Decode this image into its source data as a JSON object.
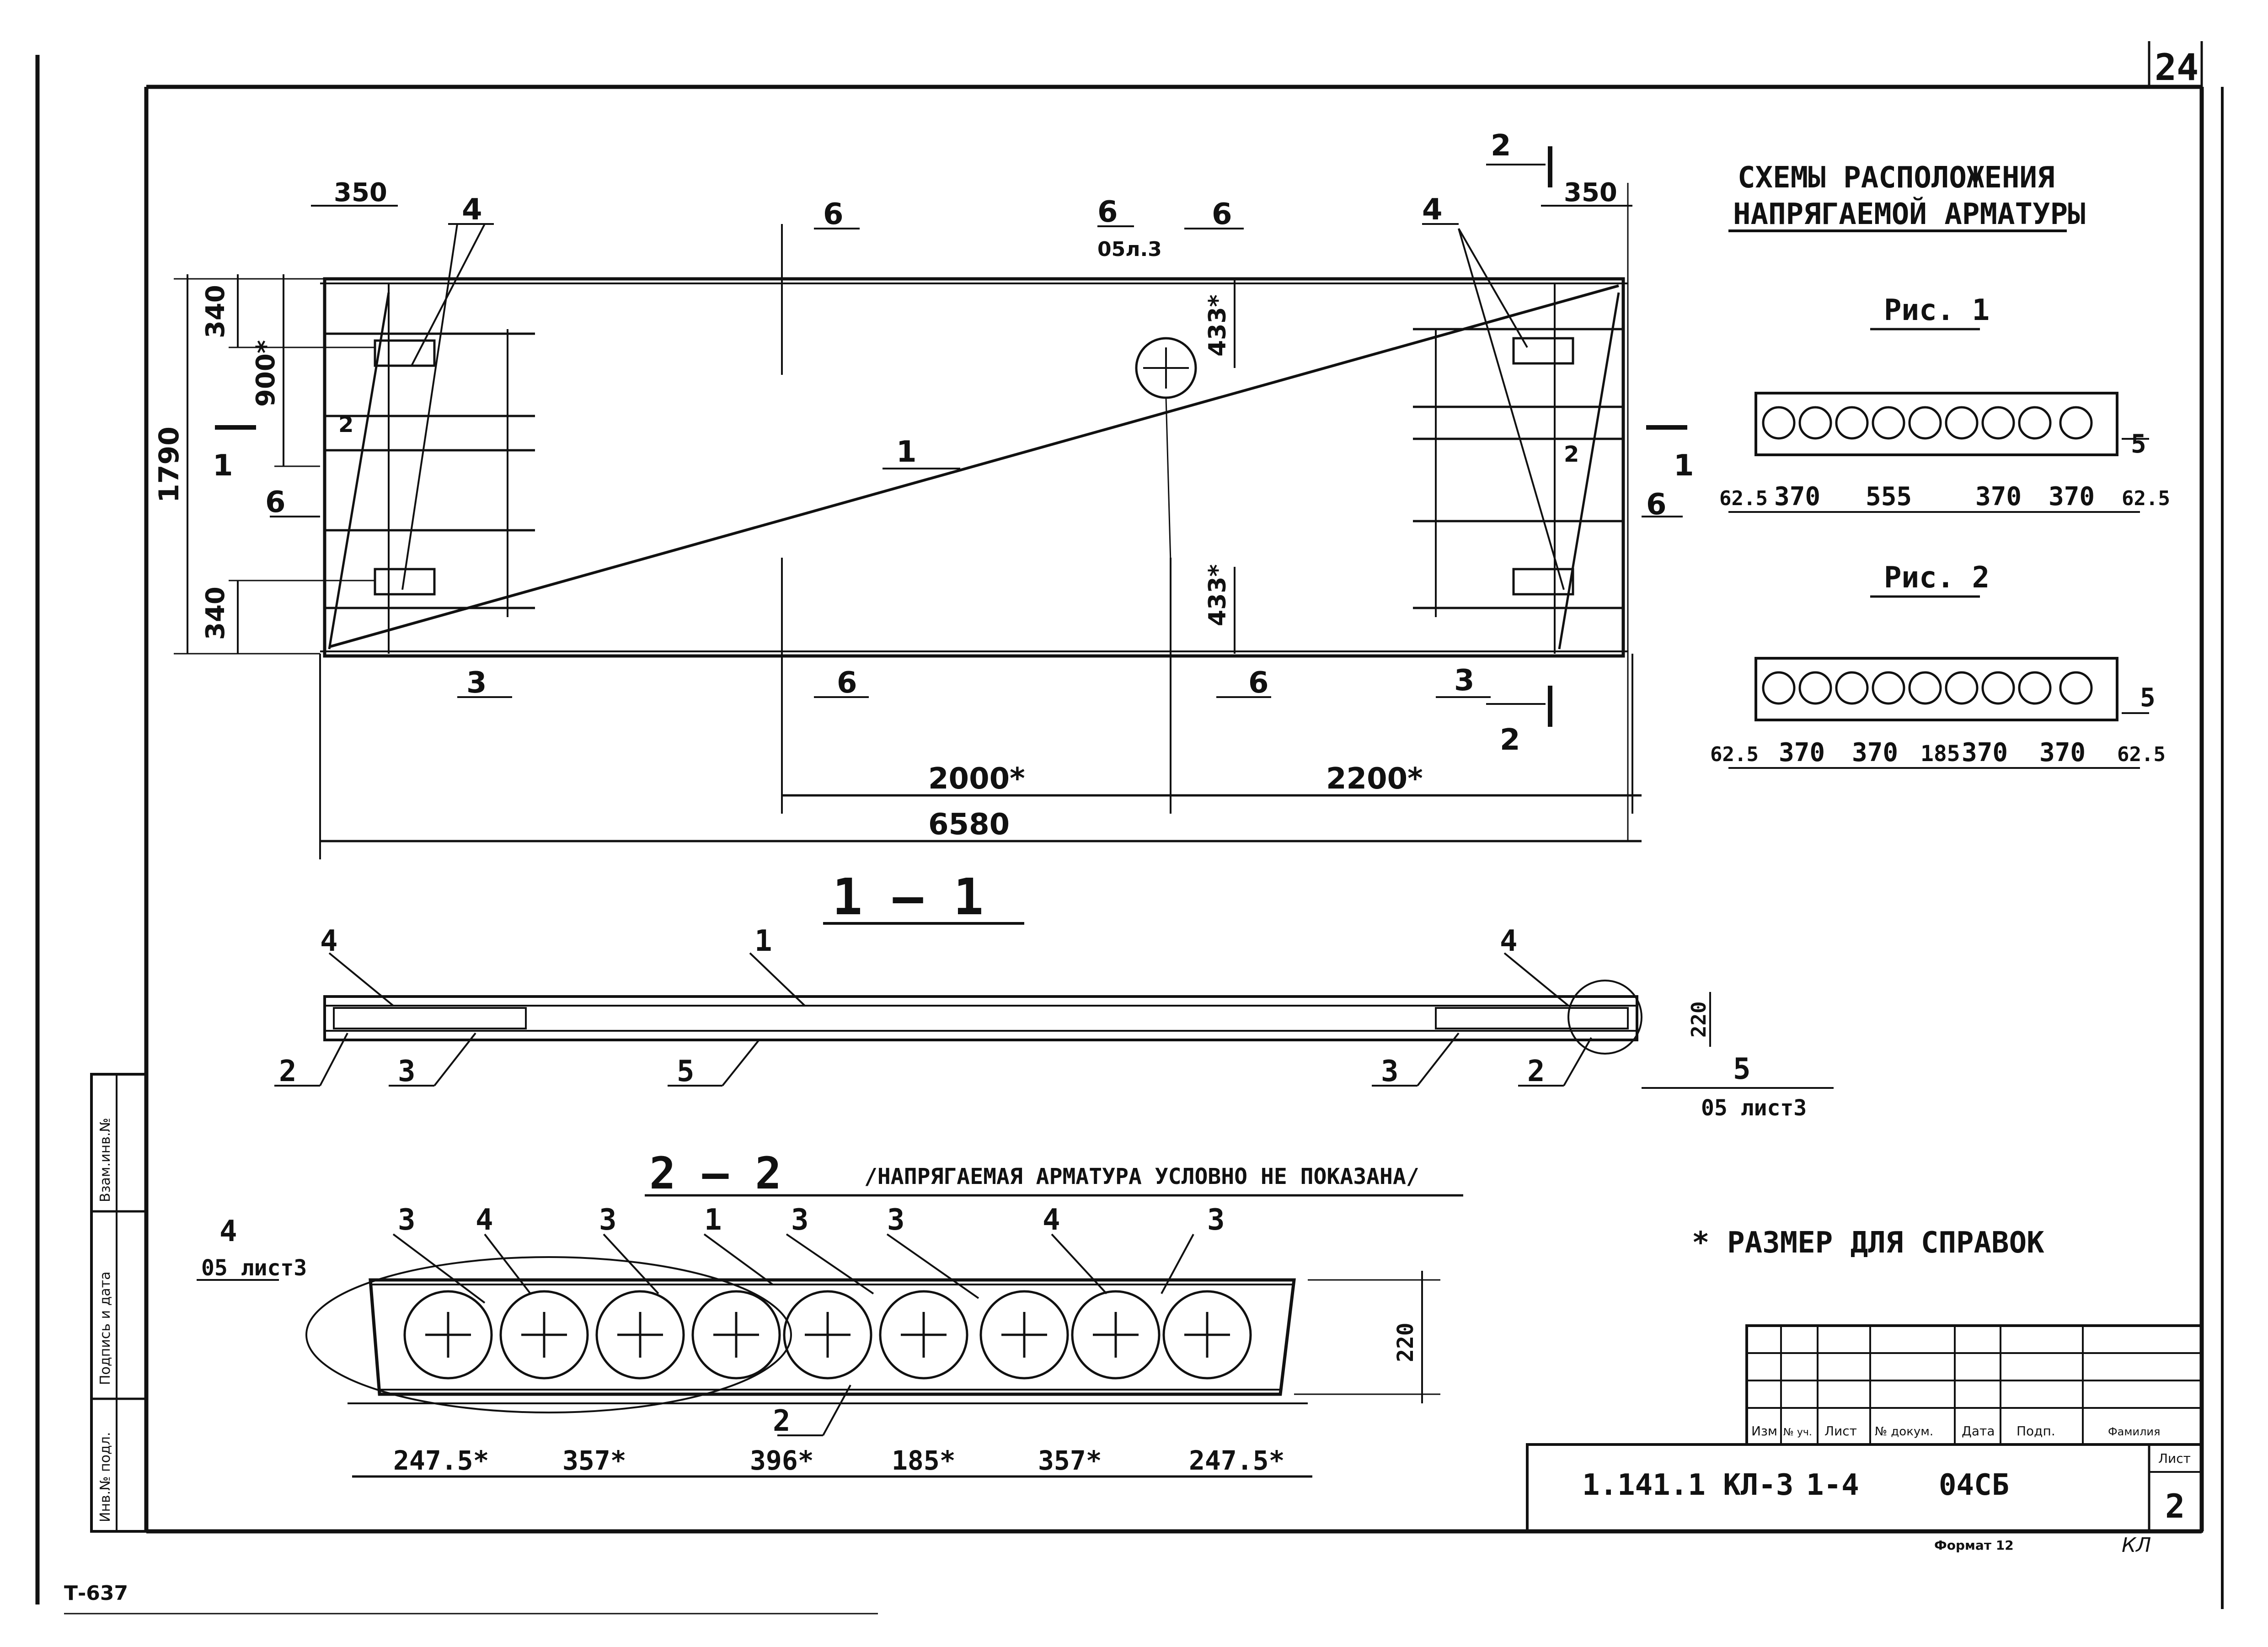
{
  "sheet_number": "24",
  "title_lines": [
    "СХЕМЫ РАСПОЛОЖЕНИЯ",
    "НАПРЯГАЕМОЙ АРМАТУРЫ"
  ],
  "plan": {
    "dim_350_left": "350",
    "dim_350_right": "350",
    "dim_340_top": "340",
    "dim_340_bottom": "340",
    "dim_900": "900*",
    "dim_1790": "1790",
    "dim_433_top": "433*",
    "dim_433_bottom": "433*",
    "dim_2000": "2000*",
    "dim_2200": "2200*",
    "dim_6580": "6580",
    "ref_05l3": "05л.3",
    "section_mark": "1",
    "section2_mark": "2",
    "labels": {
      "n1": "1",
      "n2": "2",
      "n3": "3",
      "n4": "4",
      "n5": "5",
      "n6": "6"
    }
  },
  "fig1": {
    "title": "Рис. 1",
    "dims": [
      "62.5",
      "370",
      "555",
      "370",
      "370",
      "62.5"
    ],
    "label": "5"
  },
  "fig2": {
    "title": "Рис. 2",
    "dims": [
      "62.5",
      "370",
      "370",
      "185",
      "370",
      "370",
      "62.5"
    ],
    "label": "5"
  },
  "section_1_1": {
    "title": "1 — 1",
    "dim_220": "220",
    "ref_05_list3": "05 лист3"
  },
  "section_2_2": {
    "title": "2 — 2",
    "note": "/НАПРЯГАЕМАЯ АРМАТУРА УСЛОВНО НЕ ПОКАЗАНА/",
    "ref_4": "4",
    "ref_05_list3": "05 лист3",
    "dim_220": "220",
    "bottom_dims": [
      "247.5*",
      "357*",
      "396*",
      "185*",
      "357*",
      "247.5*"
    ]
  },
  "footnote": "* РАЗМЕР ДЛЯ СПРАВОК",
  "title_block": {
    "headers": [
      "Изм",
      "№ уч.",
      "Лист",
      "№ докум.",
      "Дата",
      "Подп.",
      "Фамилия"
    ],
    "code": "1.141.1 КЛ-3",
    "series": "1-4",
    "item": "04СБ",
    "sheet_label": "Лист",
    "sheet_value": "2",
    "format": "Формат 12",
    "scribble": "КЛ"
  },
  "side_stamp": [
    "Инв.№ подл.",
    "Подпись и дата",
    "Взам.инв.№"
  ],
  "corner_code": "Т-637"
}
